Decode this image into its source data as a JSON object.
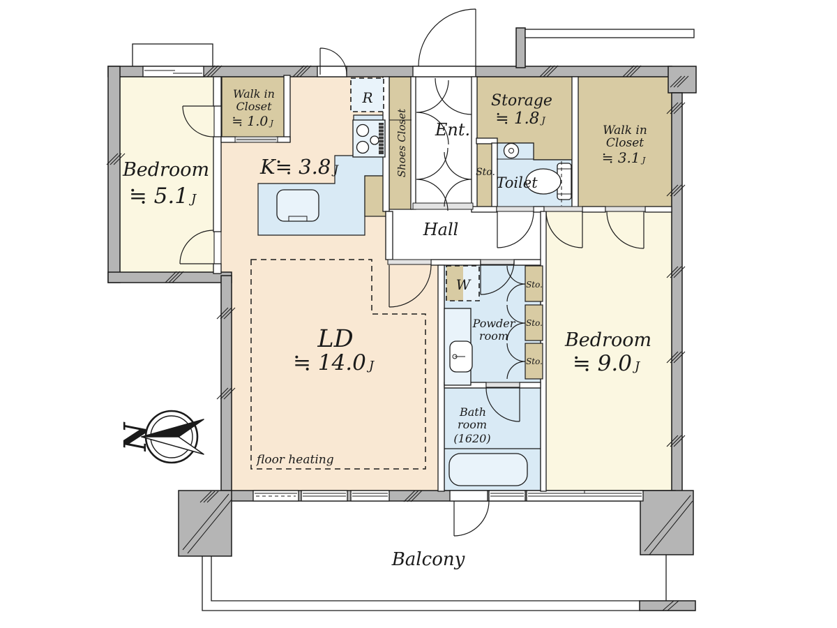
{
  "plan": {
    "balcony_label": "Balcony",
    "hall_label": "Hall",
    "ent_label": "Ent.",
    "shoes_closet_label": "Shoes Closet",
    "sto_hall_label": "Sto.",
    "sto_labels": [
      "Sto.",
      "Sto.",
      "Sto."
    ],
    "washer_label": "W",
    "fridge_label": "R",
    "floor_heating_label": "floor heating",
    "compass_label": "N",
    "rooms": {
      "bedroom1": {
        "name": "Bedroom",
        "area": "≒ 5.1",
        "unit": "J"
      },
      "bedroom2": {
        "name": "Bedroom",
        "area": "≒ 9.0",
        "unit": "J"
      },
      "ld": {
        "name": "LD",
        "area": "≒ 14.0",
        "unit": "J"
      },
      "kitchen": {
        "area": "K≒ 3.8",
        "unit": "J"
      },
      "wic1": {
        "name1": "Walk in",
        "name2": "Closet",
        "area": "≒ 1.0",
        "unit": "J"
      },
      "wic2": {
        "name1": "Walk in",
        "name2": "Closet",
        "area": "≒ 3.1",
        "unit": "J"
      },
      "storage": {
        "name": "Storage",
        "area": "≒ 1.8",
        "unit": "J"
      },
      "toilet": {
        "name": "Toilet"
      },
      "powder": {
        "name1": "Powder",
        "name2": "room"
      },
      "bath": {
        "name1": "Bath",
        "name2": "room",
        "name3": "(1620)"
      }
    }
  },
  "colors": {
    "wall": "#b5b5b5",
    "room_cream": "#fbf7e1",
    "room_peach": "#f9e8d3",
    "closet_tan": "#d8cba3",
    "water_blue": "#d9eaf5",
    "fixture_blue": "#e9f3fa",
    "line": "#1a1a1a"
  }
}
